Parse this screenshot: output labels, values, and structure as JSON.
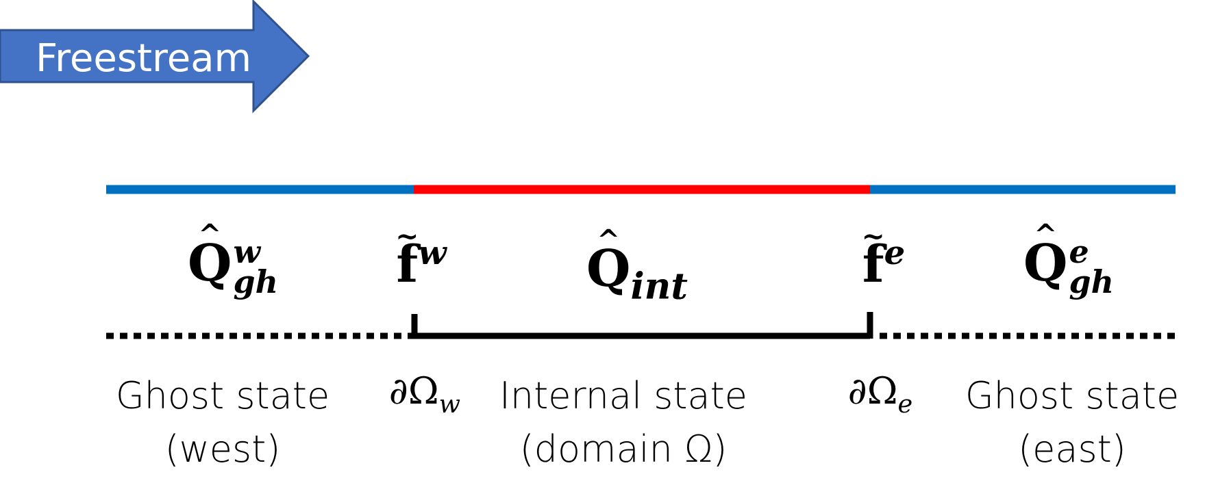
{
  "arrow": {
    "label": "Freestream",
    "fill": "#4472C4",
    "stroke": "#2F528F"
  },
  "bar": {
    "outer_color": "#0070C0",
    "inner_color": "#FF0000"
  },
  "symbols": {
    "q_ghost_west": {
      "base": "Q",
      "accent": "^",
      "sup": "w",
      "sub": "gh"
    },
    "f_west": {
      "base": "f",
      "accent": "~",
      "sup": "w"
    },
    "q_internal": {
      "base": "Q",
      "accent": "^",
      "sub": "int"
    },
    "f_east": {
      "base": "f",
      "accent": "~",
      "sup": "e"
    },
    "q_ghost_east": {
      "base": "Q",
      "accent": "^",
      "sup": "e",
      "sub": "gh"
    }
  },
  "boundaries": {
    "west": {
      "symbol": "∂Ω",
      "sub": "w"
    },
    "east": {
      "symbol": "∂Ω",
      "sub": "e"
    }
  },
  "descriptions": {
    "ghost_west": {
      "line1": "Ghost state",
      "line2": "(west)"
    },
    "internal": {
      "line1": "Internal state",
      "line2": "(domain Ω)"
    },
    "ghost_east": {
      "line1": "Ghost state",
      "line2": "(east)"
    }
  }
}
